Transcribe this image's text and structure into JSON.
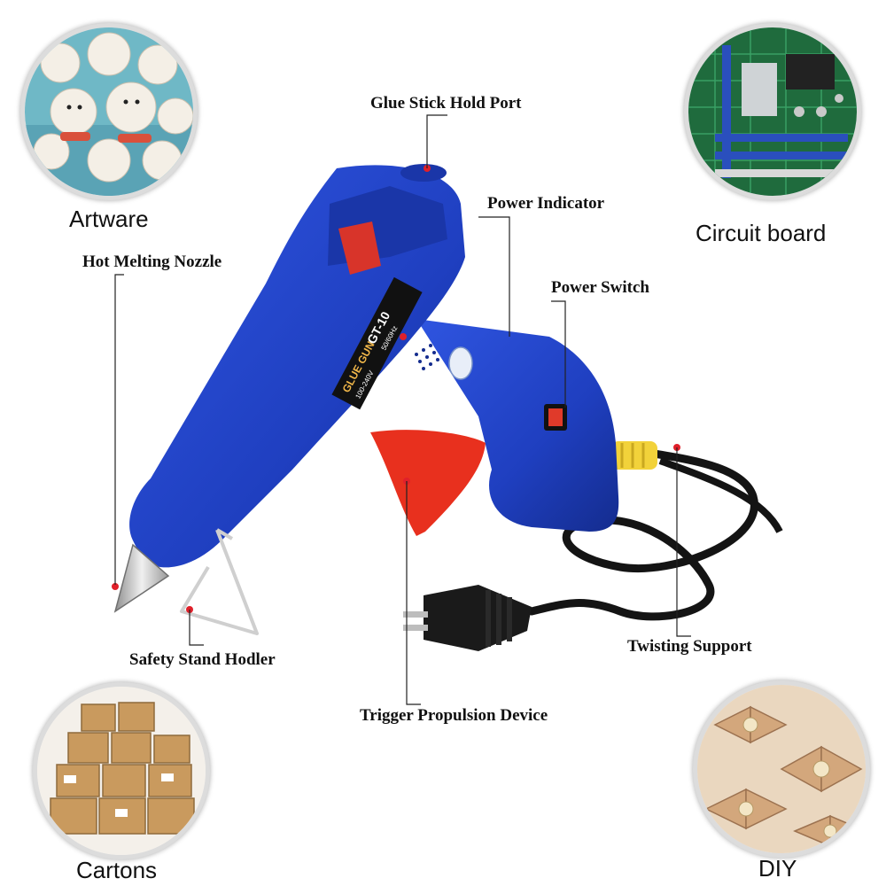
{
  "applications": {
    "artware": "Artware",
    "circuit_board": "Circuit board",
    "cartons": "Cartons",
    "diy": "DIY"
  },
  "parts": {
    "glue_stick_hold_port": "Glue Stick Hold Port",
    "power_indicator": "Power Indicator",
    "power_switch": "Power Switch",
    "hot_melting_nozzle": "Hot Melting Nozzle",
    "twisting_support": "Twisting Support",
    "safety_stand_holder": "Safety Stand Hodler",
    "trigger_propulsion_device": "Trigger Propulsion Device"
  },
  "product": {
    "brand_text": "GLUE GUN",
    "model_text": "GT-10",
    "spec_line_1": "100-240V",
    "spec_line_2": "50/60Hz"
  },
  "colors": {
    "gun_body": "#1f3fc0",
    "trigger": "#e8301e",
    "cable_sleeve": "#f2d23a",
    "leader_line": "#222222",
    "marker_dot": "#e0202a"
  }
}
